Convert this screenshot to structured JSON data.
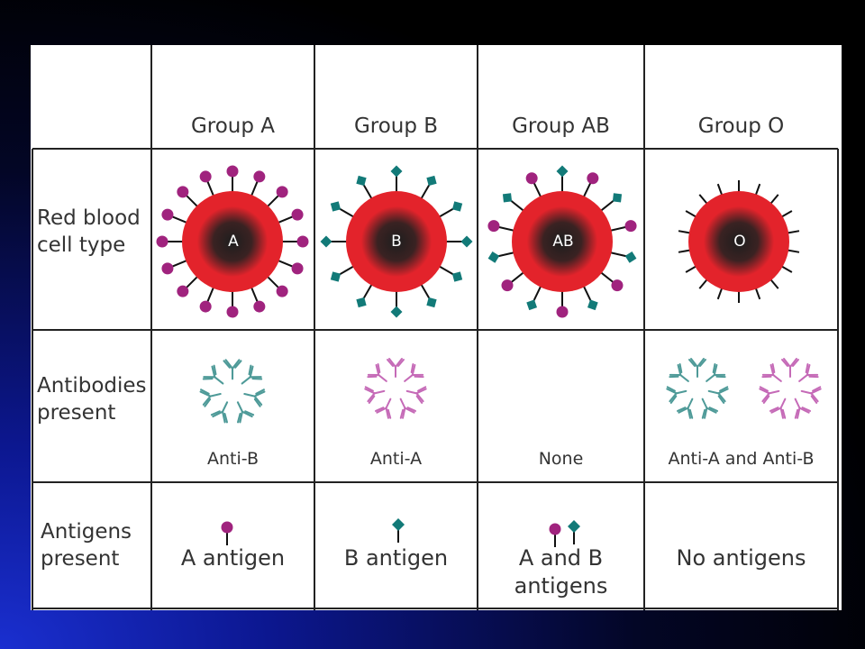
{
  "columns": [
    {
      "header": "Group A",
      "cell_label": "A",
      "antibody_label": "Anti-B",
      "antigen_label": "A antigen"
    },
    {
      "header": "Group B",
      "cell_label": "B",
      "antibody_label": "Anti-A",
      "antigen_label": "B antigen"
    },
    {
      "header": "Group AB",
      "cell_label": "AB",
      "antibody_label": "None",
      "antigen_label": "A and B\nantigens"
    },
    {
      "header": "Group O",
      "cell_label": "O",
      "antibody_label": "Anti-A and Anti-B",
      "antigen_label": "No antigens"
    }
  ],
  "rows": {
    "cell_type": "Red blood\ncell type",
    "antibodies": "Antibodies\npresent",
    "antigens": "Antigens\npresent"
  },
  "colors": {
    "antigen_a": "#a0237e",
    "antigen_b": "#127a78",
    "cell_red": "#e3232b",
    "cell_core": "#1e1e1e",
    "antibody_a": "#c56ab7",
    "antibody_b": "#4e9a98"
  }
}
